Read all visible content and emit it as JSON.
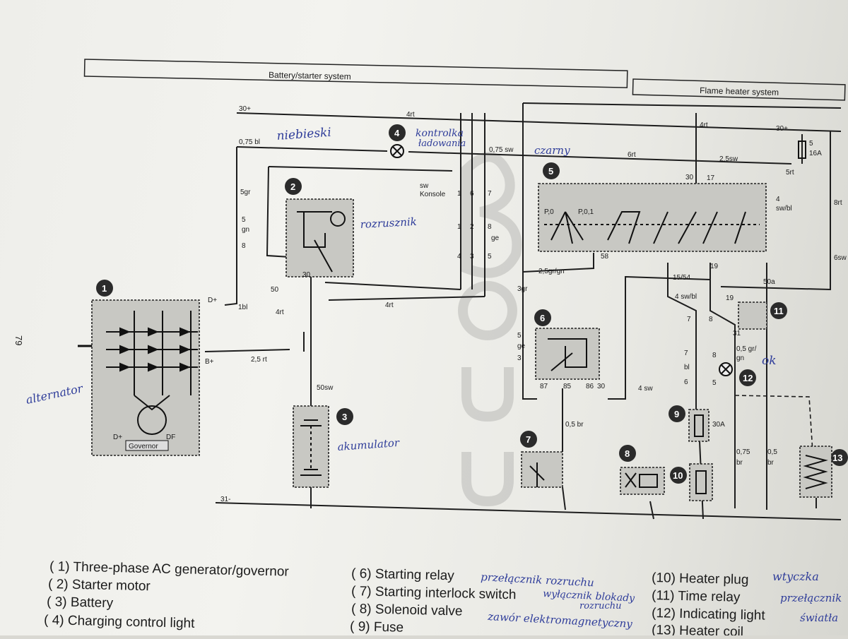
{
  "page_number": "79",
  "sections": {
    "battery_starter": "Battery/starter system",
    "flame_heater": "Flame heater system"
  },
  "wire_labels": {
    "w30p_left": "30+",
    "w30p_right": "30+",
    "w31m": "31-",
    "w4rt_top": "4rt",
    "w4rt_right": "4rt",
    "w4rt_mid": "4rt",
    "w4rt_bottom": "4rt",
    "w075bl": "0,75 bl",
    "w075sw": "0,75 sw",
    "w6rt": "6rt",
    "w25sw": "2,5sw",
    "w5rt": "5rt",
    "w5gr": "5gr",
    "w5gn": "5",
    "w5gn2": "gn",
    "w8": "8",
    "w1bl": "1bl",
    "w25rt": "2,5 rt",
    "w50sw": "50sw",
    "w25grgn": "2,5gr/gn",
    "w3gr": "3gr",
    "w5ge": "5",
    "w5ge2": "ge",
    "w5ge3": "3",
    "w05br": "0,5 br",
    "w4sw": "4 sw",
    "w4swbl": "4 sw/bl",
    "w4swbl_r": "4",
    "w4swbl_r2": "sw/bl",
    "w8rt": "8rt",
    "w6sw": "6sw",
    "w05grgn": "0,5 gr/",
    "w05grgn2": "gn",
    "w075br": "0,75",
    "w075br2": "br",
    "w05br_r": "0,5",
    "w05br_r2": "br",
    "fuse5": "5",
    "fuse16a": "16A",
    "fuse30a": "30A",
    "sw_konsole": "sw",
    "sw_konsole2": "Konsole",
    "t50": "50",
    "t30": "30",
    "tD": "D+",
    "tB": "B+",
    "t87": "87",
    "t85": "85",
    "t86": "86",
    "t30r": "30",
    "t58": "58",
    "t1554": "15/54",
    "t19": "19",
    "t50a": "50a",
    "t30b": "30",
    "t17": "17",
    "t19b": "19",
    "t31": "31",
    "tP0": "P,0",
    "tP01": "P,0,1",
    "c1": "1",
    "c6": "6",
    "c7": "7",
    "c1b": "1",
    "c2": "2",
    "c8": "8",
    "c4": "4",
    "c3": "3",
    "c5": "5",
    "c7l": "7",
    "c8l": "8",
    "c7b": "7",
    "c8b": "8",
    "c6b": "6",
    "c5b": "5",
    "cbl": "bl",
    "cge": "ge",
    "gov_dp": "D+",
    "gov_df": "DF",
    "governor": "Governor"
  },
  "components": [
    {
      "number": "1"
    },
    {
      "number": "2"
    },
    {
      "number": "3"
    },
    {
      "number": "4"
    },
    {
      "number": "5"
    },
    {
      "number": "6"
    },
    {
      "number": "7"
    },
    {
      "number": "8"
    },
    {
      "number": "9"
    },
    {
      "number": "10"
    },
    {
      "number": "11"
    },
    {
      "number": "12"
    },
    {
      "number": "13"
    }
  ],
  "handwritten": {
    "niebieski": "niebieski",
    "kontrolka": "kontrolka",
    "ladowania": "ładowania",
    "czarny": "czarny",
    "rozrusznik": "rozrusznik",
    "alternator": "alternator",
    "akumulator": "akumulator",
    "ok": "ok",
    "przelacznik_rozruchu": "przełącznik rozruchu",
    "wylacznik": "wyłącznik blokady",
    "wylacznik2": "rozruchu",
    "zawor": "zawór elektromagnetyczny",
    "wtyczka": "wtyczka",
    "przelacznik2": "przełącznik",
    "swiatla": "światła"
  },
  "legend": [
    {
      "label": "( 1) Three-phase AC generator/governor"
    },
    {
      "label": "( 2) Starter motor"
    },
    {
      "label": "( 3) Battery"
    },
    {
      "label": "( 4) Charging control light"
    },
    {
      "label": "( 6) Starting relay"
    },
    {
      "label": "( 7) Starting interlock switch"
    },
    {
      "label": "( 8) Solenoid valve"
    },
    {
      "label": "( 9) Fuse"
    },
    {
      "label": "(10) Heater plug"
    },
    {
      "label": "(11) Time relay"
    },
    {
      "label": "(12) Indicating light"
    },
    {
      "label": "(13) Heater coil"
    }
  ],
  "colors": {
    "paper": "#efefea",
    "ink": "#1d1d1d",
    "handwriting": "#2f3d9a"
  }
}
